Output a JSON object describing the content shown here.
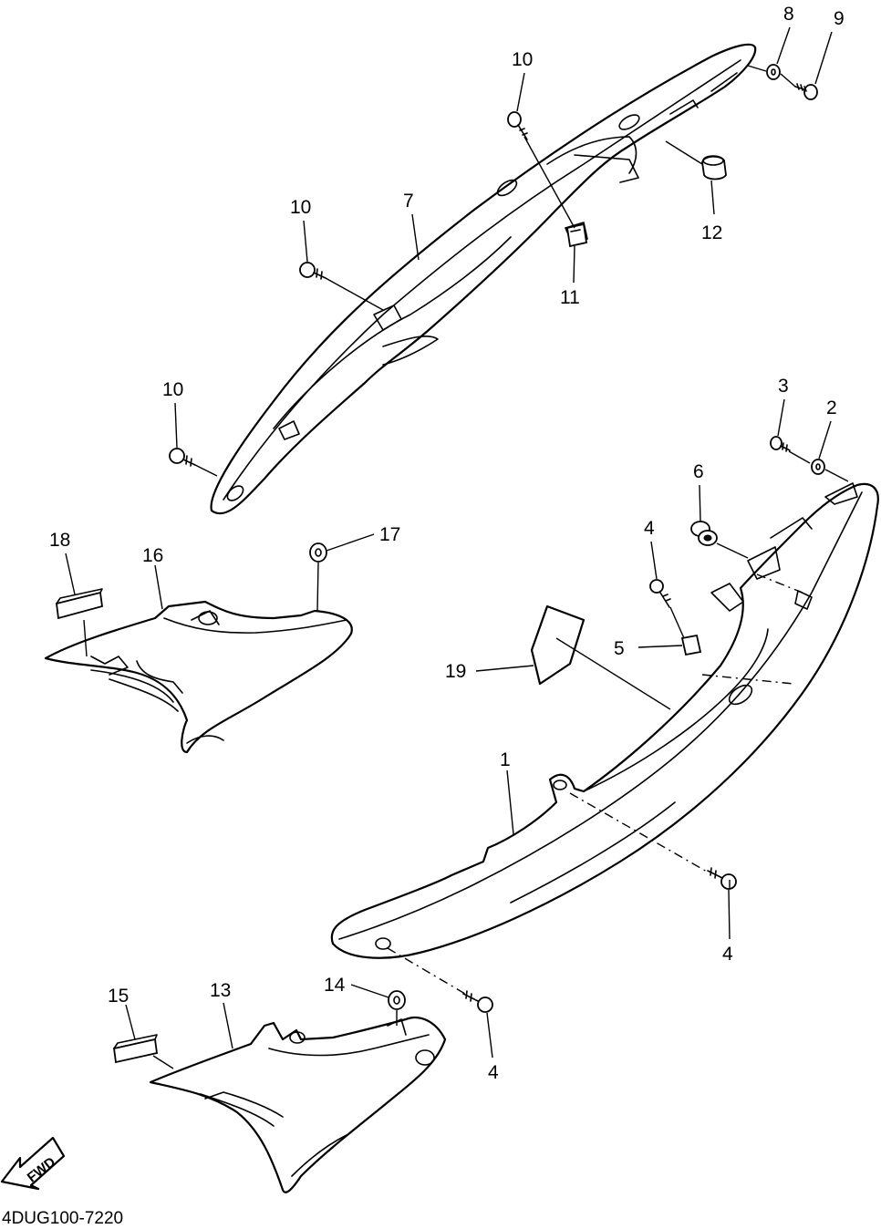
{
  "diagram": {
    "document_id": "4DUG100-7220",
    "fwd_label": "FWD",
    "callouts": [
      {
        "id": "c8",
        "text": "8"
      },
      {
        "id": "c9",
        "text": "9"
      },
      {
        "id": "c10a",
        "text": "10"
      },
      {
        "id": "c10b",
        "text": "10"
      },
      {
        "id": "c10c",
        "text": "10"
      },
      {
        "id": "c7",
        "text": "7"
      },
      {
        "id": "c11",
        "text": "11"
      },
      {
        "id": "c12",
        "text": "12"
      },
      {
        "id": "c3",
        "text": "3"
      },
      {
        "id": "c2",
        "text": "2"
      },
      {
        "id": "c6",
        "text": "6"
      },
      {
        "id": "c4a",
        "text": "4"
      },
      {
        "id": "c5",
        "text": "5"
      },
      {
        "id": "c19",
        "text": "19"
      },
      {
        "id": "c1",
        "text": "1"
      },
      {
        "id": "c4b",
        "text": "4"
      },
      {
        "id": "c18",
        "text": "18"
      },
      {
        "id": "c16",
        "text": "16"
      },
      {
        "id": "c17",
        "text": "17"
      },
      {
        "id": "c15",
        "text": "15"
      },
      {
        "id": "c13",
        "text": "13"
      },
      {
        "id": "c14",
        "text": "14"
      },
      {
        "id": "c4c",
        "text": "4"
      }
    ]
  }
}
